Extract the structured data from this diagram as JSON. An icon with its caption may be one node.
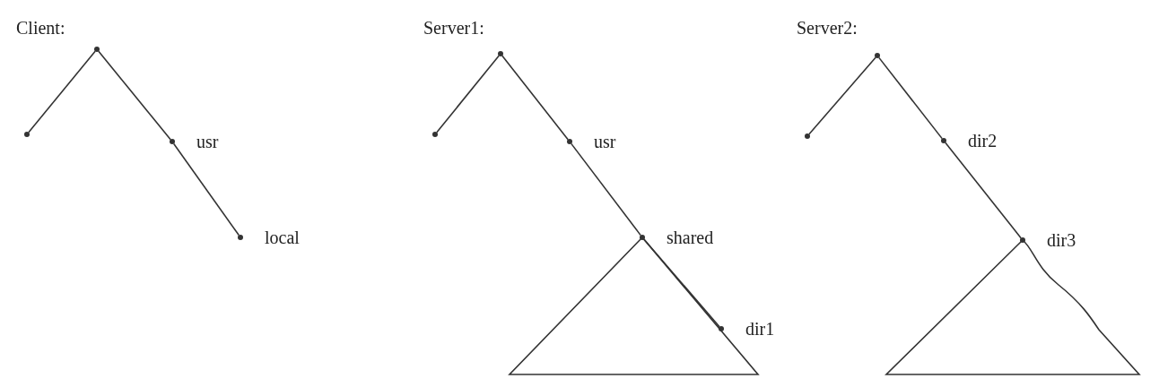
{
  "diagram": {
    "nodes": [
      {
        "text": [],
        "shape": "circle"
      },
      {
        "text": [],
        "shape": "circle"
      },
      {
        "text": [
          "usr"
        ]
      },
      {
        "text": [
          "local"
        ]
      },
      {
        "text": [],
        "shape": "circle"
      },
      {
        "text": [],
        "shape": "circle"
      },
      {
        "text": [
          "usr"
        ]
      },
      {
        "text": [
          "shared"
        ]
      },
      {
        "text": [],
        "shape": "triangle"
      },
      {
        "text": [
          "dir1"
        ]
      },
      {
        "text": [],
        "shape": "circle"
      },
      {
        "text": [],
        "shape": "circle"
      },
      {
        "text": [
          "dir2"
        ]
      },
      {
        "text": [
          "dir3"
        ]
      },
      {
        "text": [],
        "shape": "triangle"
      }
    ],
    "edges": [
      {
        "from": 0,
        "to": 1,
        "arrow": "none"
      },
      {
        "from": 0,
        "to": 2,
        "arrow": "none"
      },
      {
        "from": 2,
        "to": 3,
        "arrow": "none"
      },
      {
        "from": 4,
        "to": 5,
        "arrow": "none"
      },
      {
        "from": 4,
        "to": 6,
        "arrow": "none"
      },
      {
        "from": 6,
        "to": 7,
        "arrow": "none"
      },
      {
        "from": 7,
        "to": 9,
        "arrow": "none"
      },
      {
        "from": 10,
        "to": 11,
        "arrow": "none"
      },
      {
        "from": 10,
        "to": 12,
        "arrow": "none"
      },
      {
        "from": 12,
        "to": 13,
        "arrow": "none"
      }
    ],
    "labels": [
      "Client:",
      "Server1:",
      "Server2:"
    ]
  }
}
